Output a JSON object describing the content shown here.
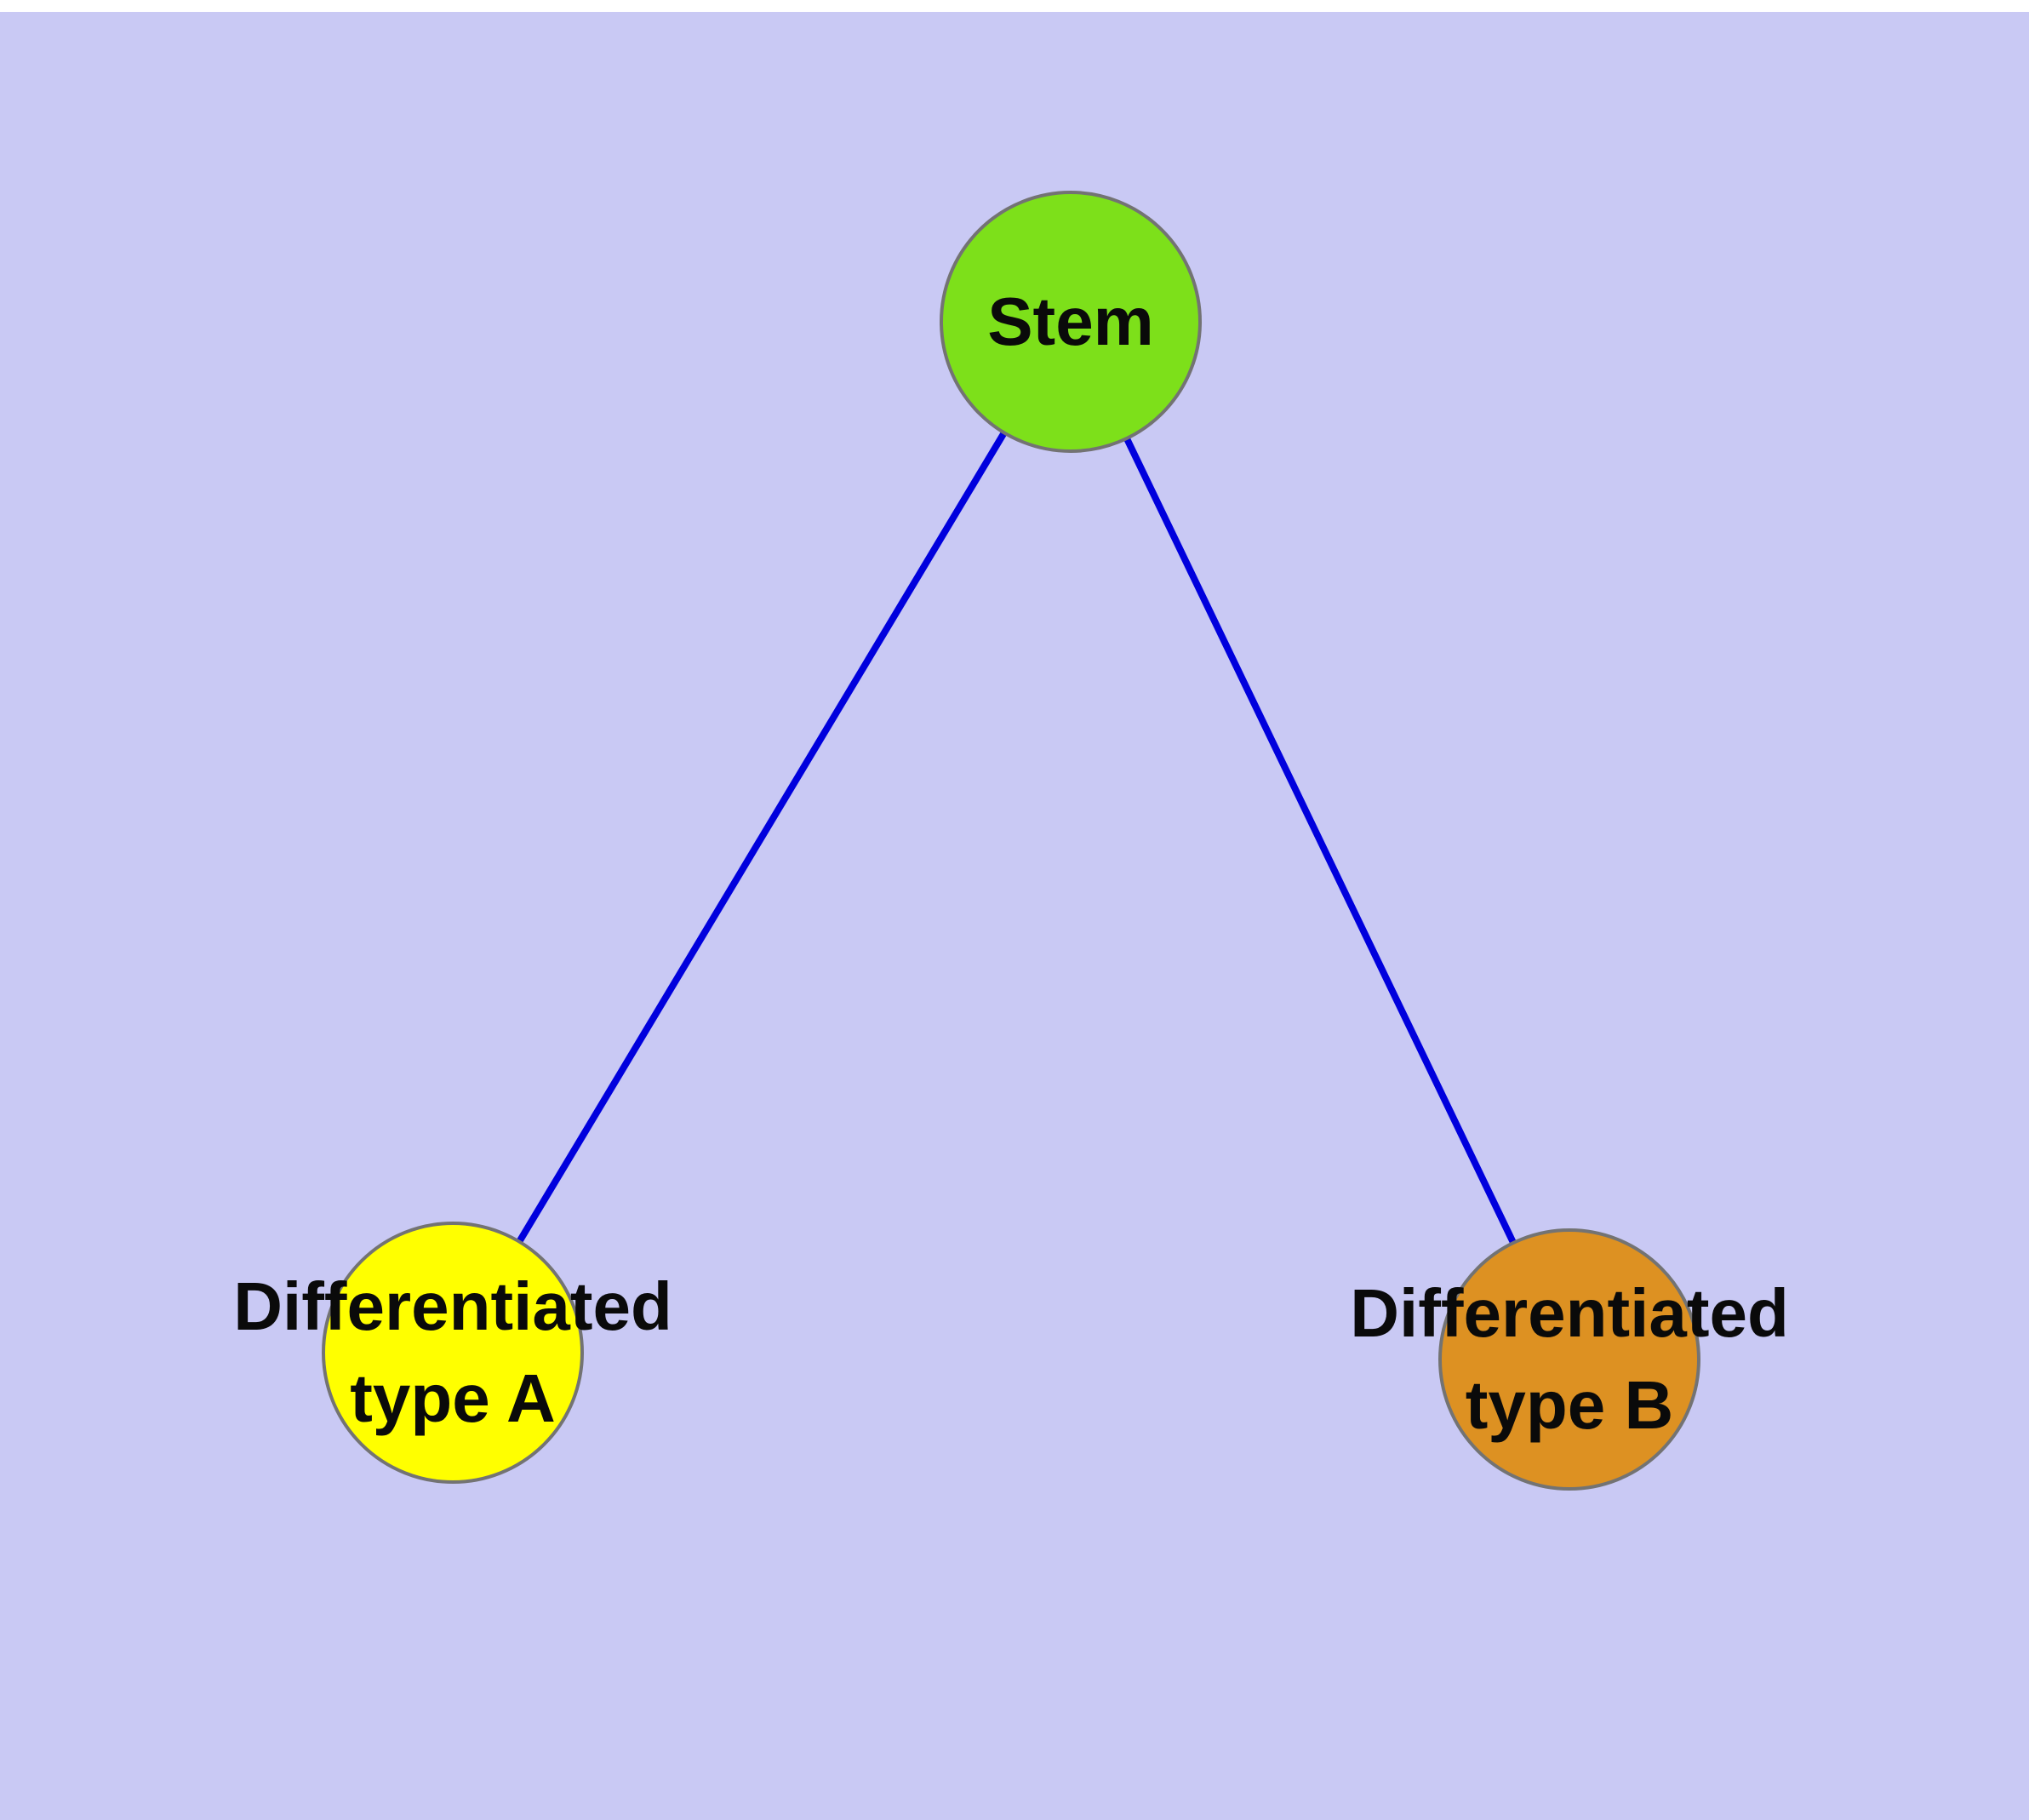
{
  "diagram": {
    "background_color": "#c9c9f4",
    "edge_color": "#0000dd",
    "node_border_color": "#737373",
    "text_color": "#0a0a0a",
    "nodes": {
      "stem": {
        "label": "Stem",
        "color": "#7de01a"
      },
      "diff_a": {
        "line1": "Differentiated",
        "line2": "type A",
        "color": "#ffff00"
      },
      "diff_b": {
        "line1": "Differentiated",
        "line2": "type B",
        "color": "#dd9122"
      }
    },
    "edges": [
      {
        "from": "Stem",
        "to": "Differentiated type A"
      },
      {
        "from": "Stem",
        "to": "Differentiated type B"
      }
    ]
  }
}
